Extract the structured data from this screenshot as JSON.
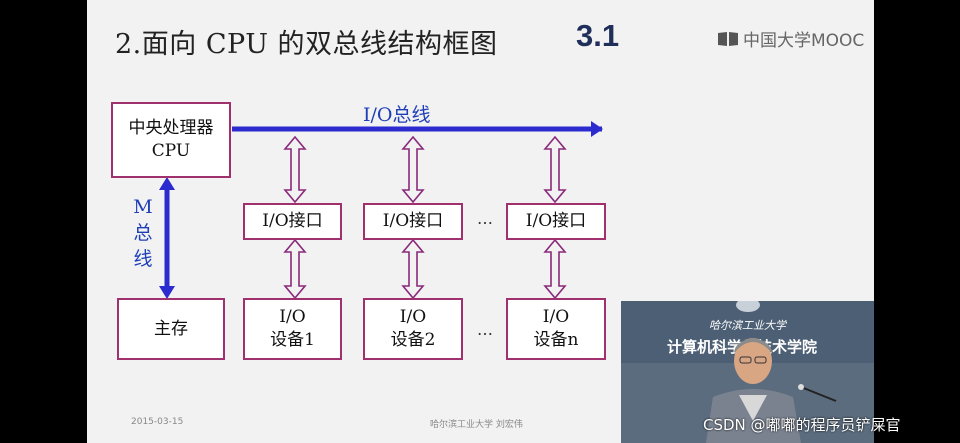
{
  "slide": {
    "title": "2.面向 CPU 的双总线结构框图",
    "section_number": "3.1",
    "mooc_logo": "中国大学MOOC",
    "footer_date": "2015-03-15",
    "footer_institution": "哈尔滨工业大学  刘宏伟"
  },
  "diagram": {
    "cpu_line1": "中央处理器",
    "cpu_line2": "CPU",
    "io_bus_label": "I/O总线",
    "m_bus_label": [
      "M",
      "总",
      "线"
    ],
    "memory": "主存",
    "interfaces": [
      "I/O接口",
      "I/O接口",
      "I/O接口"
    ],
    "devices": [
      {
        "line1": "I/O",
        "line2": "设备1"
      },
      {
        "line1": "I/O",
        "line2": "设备2"
      },
      {
        "line1": "I/O",
        "line2": "设备n"
      }
    ],
    "ellipsis": "…"
  },
  "video": {
    "banner_top": "哈尔滨工业大学",
    "banner_main": "计算机科学与技术学院"
  },
  "watermark": "CSDN @嘟嘟的程序员铲屎官",
  "colors": {
    "bus_arrow": "#2b2bd0",
    "box_border": "#a0306e",
    "label_blue": "#1f3fb8"
  }
}
